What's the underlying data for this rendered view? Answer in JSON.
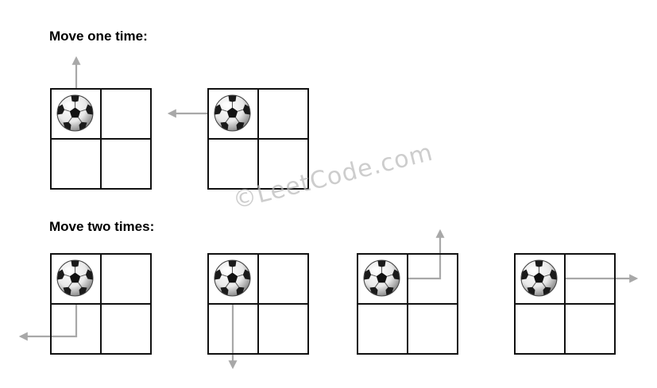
{
  "headings": {
    "move_one": "Move one time:",
    "move_two": "Move two times:"
  },
  "watermark": {
    "text": "©LeetCode.com"
  },
  "colors": {
    "grid_line": "#111111",
    "arrow": "#a8a8a8",
    "watermark": "#b8b8b8"
  },
  "examples": {
    "move_one": [
      {
        "ball_cell": [
          0,
          0
        ],
        "moves": [
          "up"
        ]
      },
      {
        "ball_cell": [
          0,
          0
        ],
        "moves": [
          "left"
        ]
      }
    ],
    "move_two": [
      {
        "ball_cell": [
          0,
          0
        ],
        "moves": [
          "down",
          "left"
        ]
      },
      {
        "ball_cell": [
          0,
          0
        ],
        "moves": [
          "down",
          "down"
        ]
      },
      {
        "ball_cell": [
          0,
          0
        ],
        "moves": [
          "right",
          "up"
        ]
      },
      {
        "ball_cell": [
          0,
          0
        ],
        "moves": [
          "right",
          "right"
        ]
      }
    ]
  }
}
